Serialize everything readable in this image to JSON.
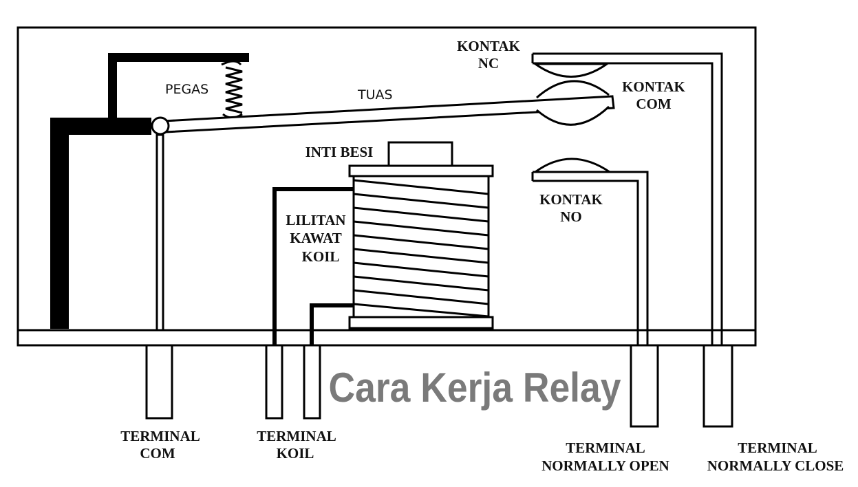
{
  "labels": {
    "kontak_nc": [
      "KONTAK",
      "NC"
    ],
    "pegas": "PEGAS",
    "tuas": "TUAS",
    "kontak_com": [
      "KONTAK",
      "COM"
    ],
    "inti_besi": "INTI BESI",
    "kontak_no": [
      "KONTAK",
      "NO"
    ],
    "lilitan": [
      "LILITAN",
      "KAWAT",
      "KOIL"
    ],
    "terminal_com": [
      "TERMINAL",
      "COM"
    ],
    "terminal_koil": [
      "TERMINAL",
      "KOIL"
    ],
    "terminal_no": [
      "TERMINAL",
      "NORMALLY OPEN"
    ],
    "terminal_nc": [
      "TERMINAL",
      "NORMALLY CLOSE"
    ]
  },
  "watermark": {
    "text": "Cara Kerja Relay",
    "color": "#7a7a7a"
  }
}
